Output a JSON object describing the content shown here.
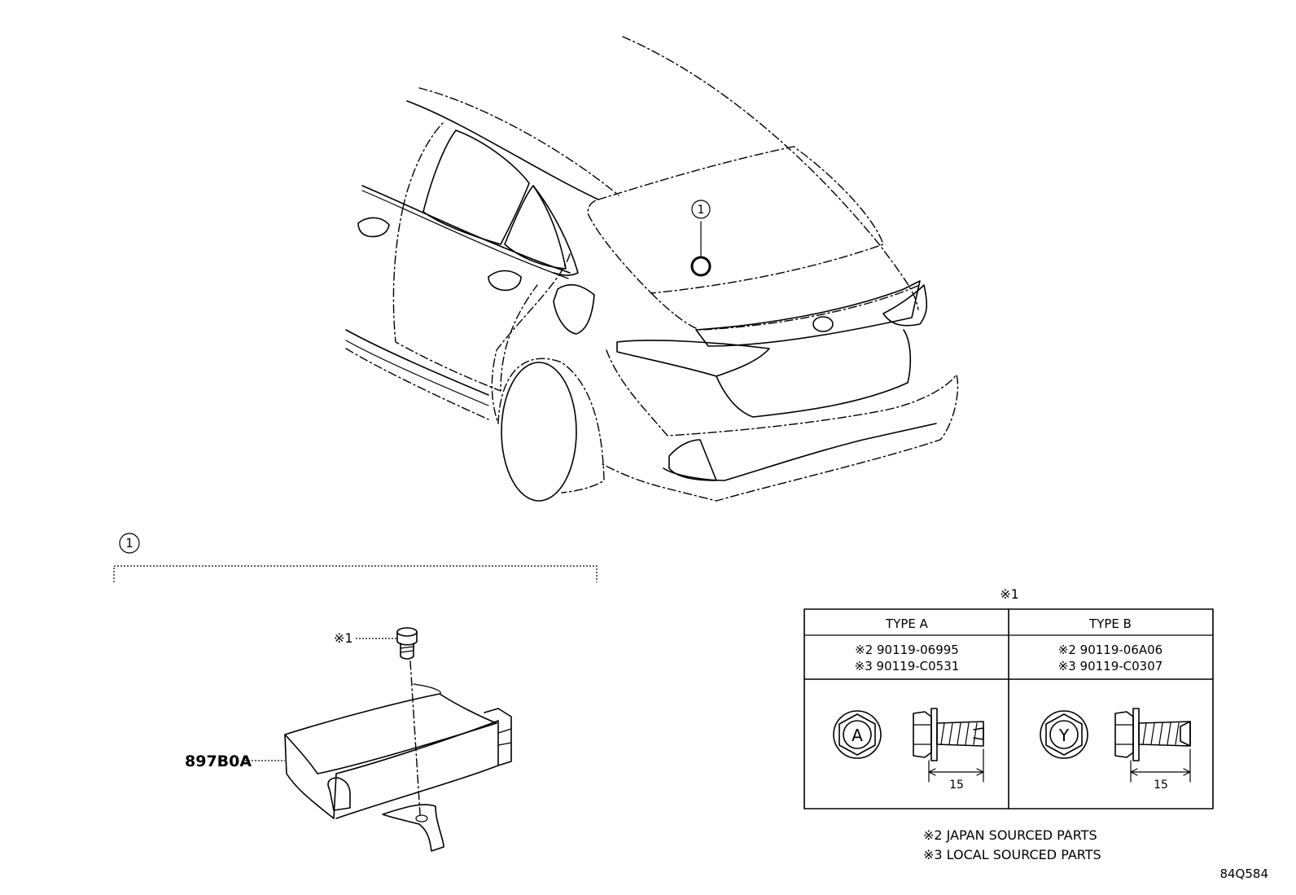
{
  "callout": {
    "number": "1"
  },
  "section": {
    "number": "1"
  },
  "part": {
    "number": "897B0A",
    "bolt_note": "※1"
  },
  "bolt_table": {
    "title": "※1",
    "columns": [
      {
        "type": "TYPE A",
        "japan_part": "※2 90119-06995",
        "local_part": "※3 90119-C0531",
        "head_mark": "A",
        "length": "15"
      },
      {
        "type": "TYPE B",
        "japan_part": "※2 90119-06A06",
        "local_part": "※3 90119-C0307",
        "head_mark": "Y",
        "length": "15"
      }
    ]
  },
  "notes": [
    "※2 JAPAN SOURCED PARTS",
    "※3 LOCAL SOURCED PARTS"
  ],
  "diagram_code": "84Q584"
}
